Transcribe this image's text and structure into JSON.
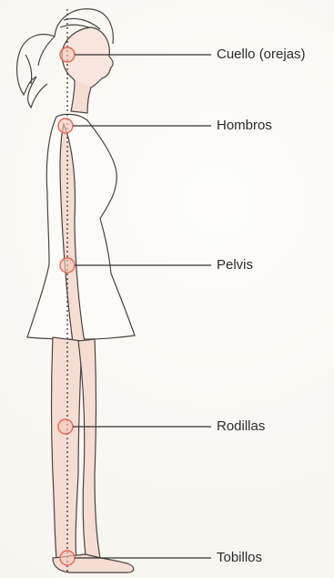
{
  "diagram": {
    "points": [
      {
        "id": "cuello",
        "label": "Cuello (orejas)"
      },
      {
        "id": "hombros",
        "label": "Hombros"
      },
      {
        "id": "pelvis",
        "label": "Pelvis"
      },
      {
        "id": "rodillas",
        "label": "Rodillas"
      },
      {
        "id": "tobillos",
        "label": "Tobillos"
      }
    ]
  },
  "colors": {
    "marker": "#e26a5a",
    "marker_fill": "#f7c6bb",
    "skin": "#f5ddd3",
    "outline": "#4a4440",
    "plumb_line": "#3a3a3a",
    "leader_line": "#333333"
  }
}
